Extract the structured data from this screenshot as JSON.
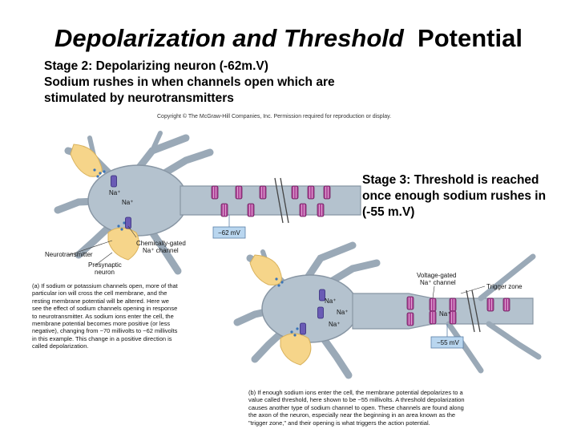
{
  "slide": {
    "title_italic": "Depolarization and Threshold",
    "title_regular": "Potential",
    "stage2_lines": [
      "Stage 2: Depolarizing neuron (-62m.V)",
      "Sodium rushes in when channels open which are",
      "stimulated by neurotransmitters"
    ],
    "stage3_lines": [
      "Stage 3: Threshold is reached",
      "once enough sodium rushes in",
      "(-55 m.V)"
    ]
  },
  "figure": {
    "copyright": "Copyright © The McGraw-Hill Companies, Inc. Permission required for reproduction or display.",
    "panel_a": {
      "na1": "Na⁺",
      "na2": "Na⁺",
      "voltage": "−62 mV",
      "chem_gated_1": "Chemically-gated",
      "chem_gated_2": "Na⁺ channel",
      "neurotransmitter": "Neurotransmitter",
      "presyn_1": "Presynaptic",
      "presyn_2": "neuron",
      "caption_lines": [
        "(a) If sodium or potassium channels open, more of that",
        "particular ion will cross the cell membrane, and the",
        "resting membrane potential will be altered. Here we",
        "see the effect of sodium channels opening in response",
        "to neurotransmitter. As sodium ions enter the cell, the",
        "membrane potential becomes more positive (or less",
        "negative), changing from −70 millivolts to −62 millivolts",
        "in this example. This change in a positive direction is",
        "called depolarization."
      ]
    },
    "panel_b": {
      "voltage_gated_1": "Voltage-gated",
      "voltage_gated_2": "Na⁺ channel",
      "trigger_zone": "Trigger zone",
      "na1": "Na⁺",
      "na2": "Na⁺",
      "na3": "Na⁺",
      "na4": "Na⁺",
      "voltage": "−55 mV",
      "caption_lines": [
        "(b) If enough sodium ions enter the cell, the membrane potential depolarizes to a",
        "value called threshold, here shown to be −55 millivolts. A threshold depolarization",
        "causes another type of sodium channel to open. These channels are found along",
        "the axon of the neuron, especially near the beginning in an area known as the",
        "\"trigger zone,\" and their opening is what triggers the action potential."
      ]
    }
  }
}
